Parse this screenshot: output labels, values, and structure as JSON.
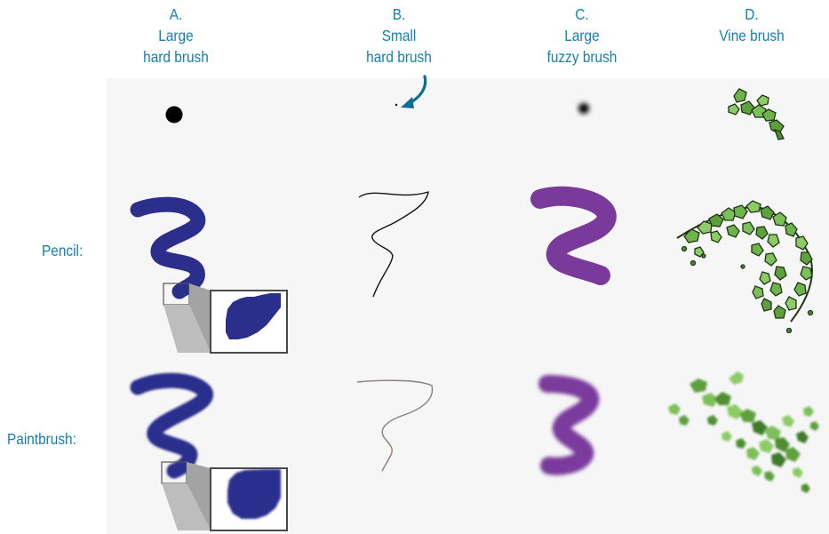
{
  "columns": [
    {
      "letter": "A.",
      "line1": "Large",
      "line2": "hard brush"
    },
    {
      "letter": "B.",
      "line1": "Small",
      "line2": "hard brush"
    },
    {
      "letter": "C.",
      "line1": "Large",
      "line2": "fuzzy brush"
    },
    {
      "letter": "D.",
      "line1": "Vine brush",
      "line2": ""
    }
  ],
  "rows": [
    {
      "label": "Pencil:"
    },
    {
      "label": "Paintbrush:"
    }
  ],
  "colors": {
    "heading": "#1580ad",
    "arrow": "#0f6e98",
    "blue_stroke": "#2c2e8c",
    "purple_stroke": "#7a3a9c",
    "leaf_green": "#6fb34c",
    "leaf_dark": "#2f5a1f"
  }
}
